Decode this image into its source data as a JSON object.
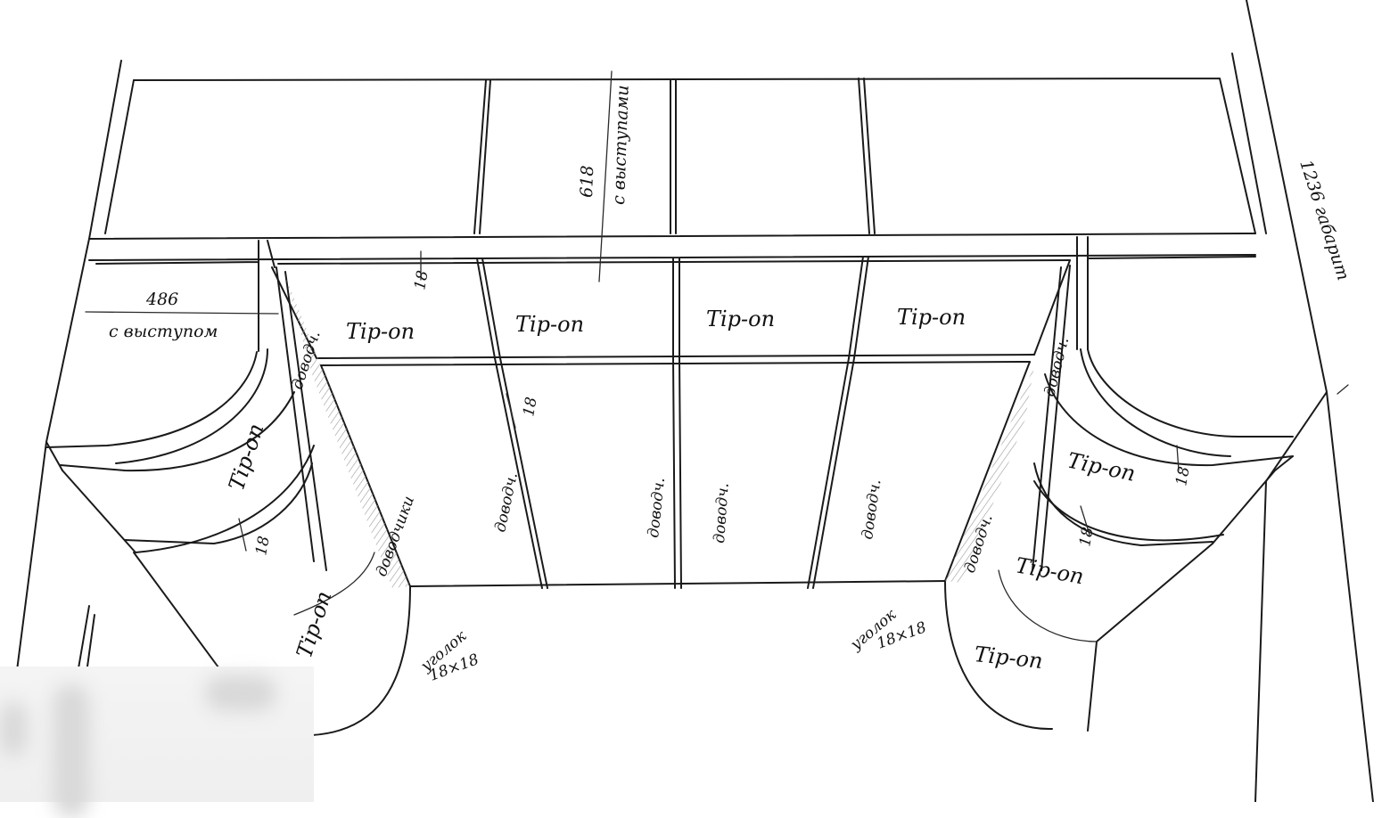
{
  "labels": {
    "depth_total": "1236 габарит",
    "top_depth_value": "618",
    "top_depth_note": "с выступами",
    "left_width_value": "486",
    "left_width_note": "с выступом",
    "thickness": "18",
    "tip_on": "Tip-on",
    "closer": "доводч.",
    "closers": "доводчики",
    "corner_word": "уголок",
    "corner_size": "18×18"
  },
  "colors": {
    "ink": "#1a1a1a",
    "paper": "#ffffff",
    "shade": "#cfcfcf"
  }
}
